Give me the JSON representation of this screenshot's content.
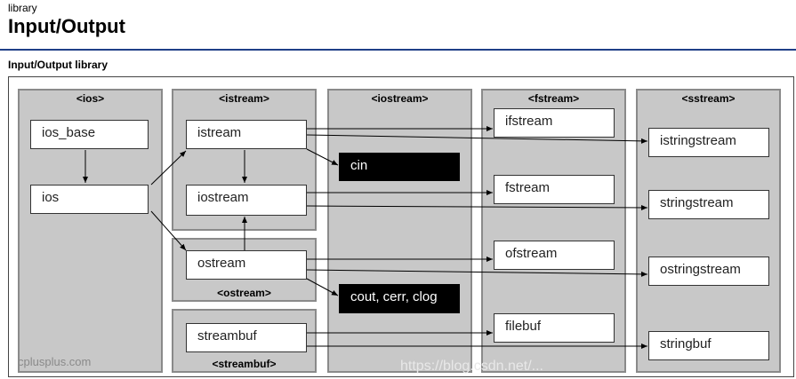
{
  "header": {
    "small_label": "library",
    "title": "Input/Output",
    "section_label": "Input/Output library"
  },
  "columns": {
    "ios": "<ios>",
    "istream": "<istream>",
    "ostream": "<ostream>",
    "streambuf": "<streambuf>",
    "iostream": "<iostream>",
    "fstream": "<fstream>",
    "sstream": "<sstream>"
  },
  "classes": {
    "ios_base": "ios_base",
    "ios": "ios",
    "istream": "istream",
    "iostream": "iostream",
    "ostream": "ostream",
    "streambuf": "streambuf",
    "cin": "cin",
    "cout": "cout, cerr, clog",
    "ifstream": "ifstream",
    "fstream": "fstream",
    "ofstream": "ofstream",
    "filebuf": "filebuf",
    "istringstream": "istringstream",
    "stringstream": "stringstream",
    "ostringstream": "ostringstream",
    "stringbuf": "stringbuf"
  },
  "watermark": "cplusplus.com",
  "url_watermark": "https://blog.csdn.net/..."
}
